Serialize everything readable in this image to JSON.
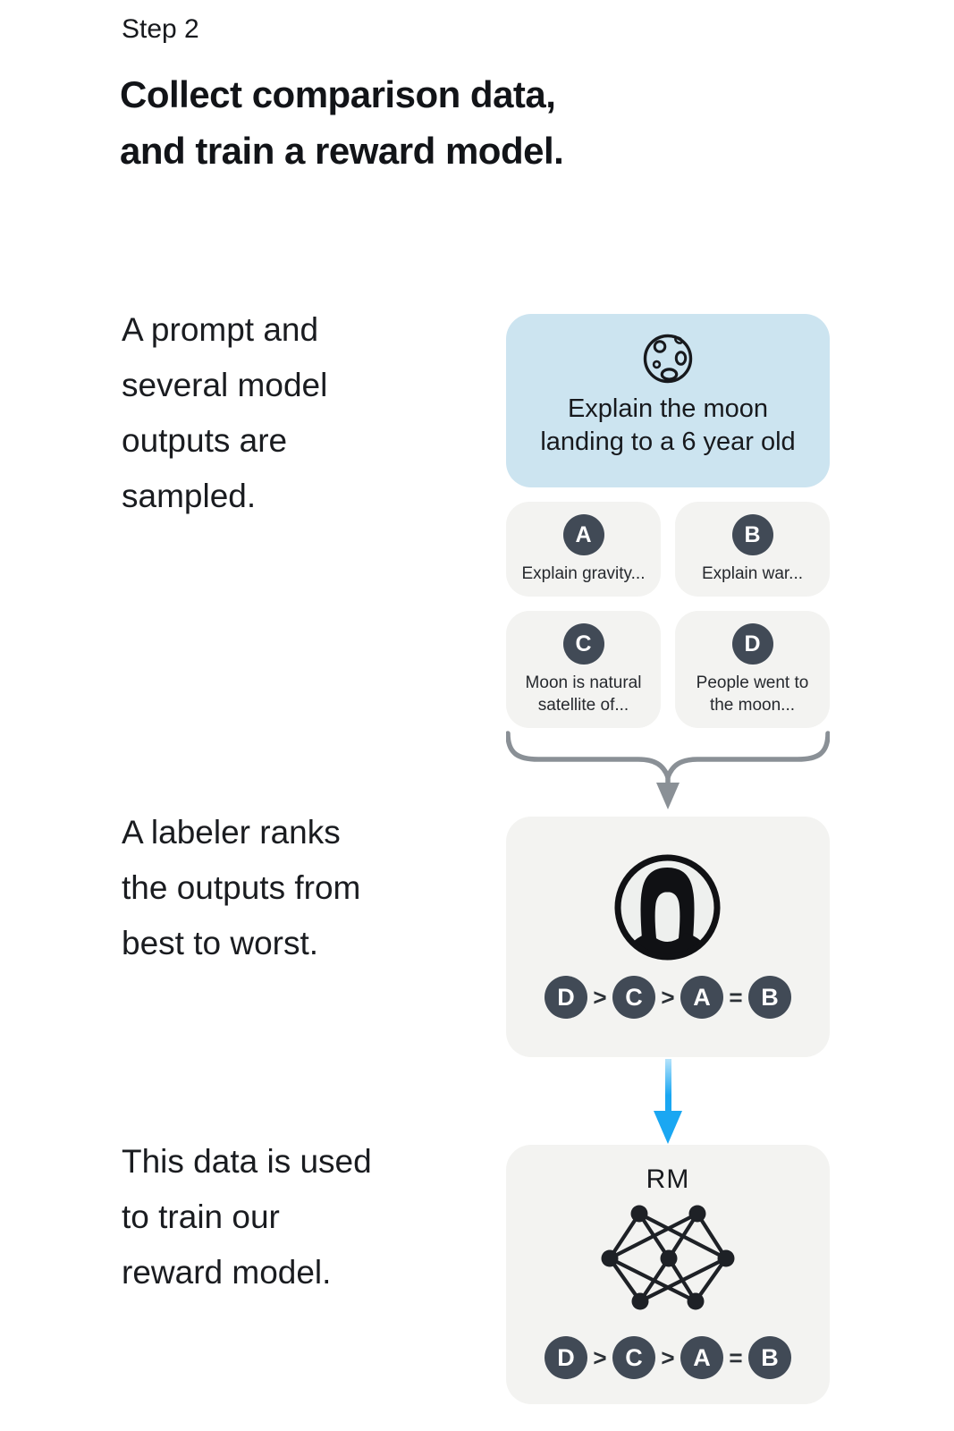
{
  "colors": {
    "prompt_card_bg": "#cce4f0",
    "card_bg": "#f3f3f1",
    "chip_bg": "#414a56",
    "arrow_blue": "#1aa7f2",
    "brace_gray": "#8a9096",
    "text_primary": "#17191d"
  },
  "header": {
    "step": "Step 2",
    "title": "Collect comparison data,\nand train a reward model."
  },
  "captions": [
    {
      "text": "A prompt and\nseveral model\noutputs are\nsampled."
    },
    {
      "text": "A labeler ranks\nthe outputs from\nbest to worst."
    },
    {
      "text": "This data is used\nto train our\nreward model."
    }
  ],
  "diagram": {
    "prompt": {
      "icon": "moon-icon",
      "text": "Explain the moon\nlanding to a 6 year old"
    },
    "outputs": [
      {
        "label": "A",
        "text": "Explain gravity..."
      },
      {
        "label": "B",
        "text": "Explain war..."
      },
      {
        "label": "C",
        "text": "Moon is natural\nsatellite of..."
      },
      {
        "label": "D",
        "text": "People went to\nthe moon..."
      }
    ],
    "ranking": [
      "D",
      ">",
      "C",
      ">",
      "A",
      "=",
      "B"
    ],
    "rm": {
      "label": "RM",
      "icon": "neural-network-icon"
    }
  }
}
